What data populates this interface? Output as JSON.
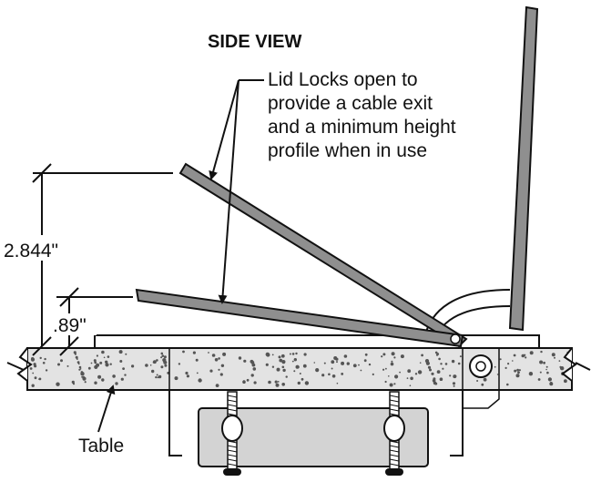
{
  "title": "SIDE VIEW",
  "callout": {
    "lines": [
      "Lid Locks open to",
      "provide a cable exit",
      "and a minimum height",
      "profile when in use"
    ]
  },
  "dimensions": {
    "upper": "2.844\"",
    "lower": ".89\""
  },
  "table_label": "Table",
  "colors": {
    "lid": "#8f8f8f",
    "table": "#e3e3e3",
    "ink": "#111111"
  }
}
